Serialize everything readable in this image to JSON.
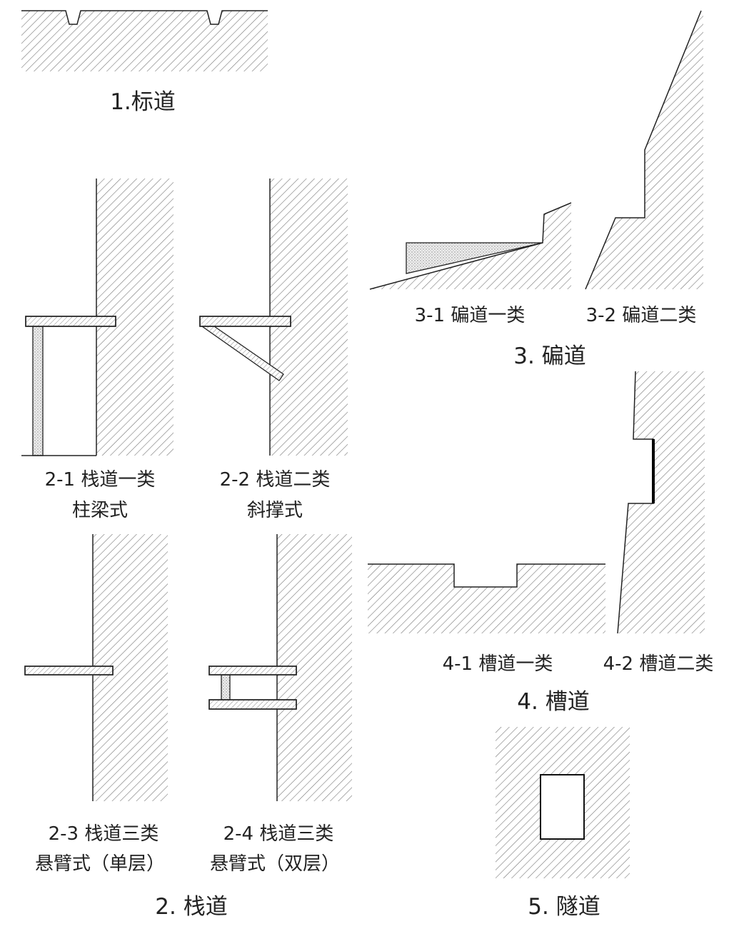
{
  "sections": {
    "s1": {
      "title": "1.标道"
    },
    "s2": {
      "title": "2. 栈道",
      "items": [
        {
          "name": "2-1 栈道一类",
          "sub": "柱梁式"
        },
        {
          "name": "2-2 栈道二类",
          "sub": "斜撑式"
        },
        {
          "name": "2-3 栈道三类",
          "sub": "悬臂式（单层）"
        },
        {
          "name": "2-4 栈道三类",
          "sub": "悬臂式（双层）"
        }
      ]
    },
    "s3": {
      "title": "3. 碥道",
      "items": [
        {
          "name": "3-1 碥道一类"
        },
        {
          "name": "3-2 碥道二类"
        }
      ]
    },
    "s4": {
      "title": "4. 槽道",
      "items": [
        {
          "name": "4-1 槽道一类"
        },
        {
          "name": "4-2 槽道二类"
        }
      ]
    },
    "s5": {
      "title": "5. 隧道"
    }
  },
  "colors": {
    "hatch": "#777777",
    "outline": "#222222",
    "stipple": "#999999"
  }
}
